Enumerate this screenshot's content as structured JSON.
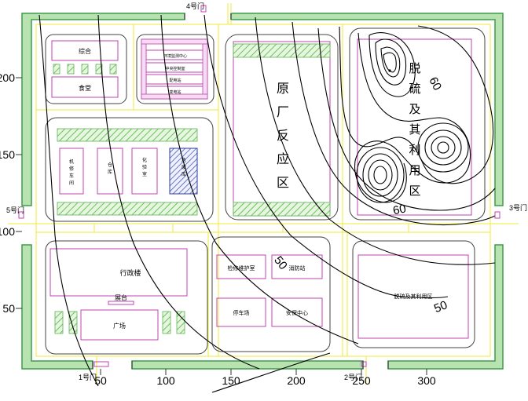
{
  "gates": {
    "gate1": "1号门",
    "gate2": "2号门",
    "gate3": "3号门",
    "gate4": "4号门",
    "gate5": "5号门"
  },
  "axes": {
    "x_ticks": [
      "50",
      "100",
      "150",
      "200",
      "250",
      "300"
    ],
    "y_ticks": [
      "200",
      "150",
      "100",
      "50"
    ]
  },
  "contour_labels": {
    "c60_upper": "60",
    "c60_lower": "60",
    "c50_center": "50",
    "c50_right": "50"
  },
  "zones": {
    "original_plant": "原厂反应区",
    "desulfurization": "脱硫及其利用区",
    "desulfurization_lower": "脱硫及其利用区"
  },
  "buildings": {
    "top_left_1": "综合",
    "top_left_2": "食堂",
    "mid_small_1": "环境监测中心",
    "mid_small_2": "中央控制室",
    "mid_small_3": "配电站",
    "mid_small_4": "变电站",
    "left_mid_1": "机修车间",
    "left_mid_2": "仓库",
    "left_mid_3": "化验室",
    "left_mid_4": "危废库",
    "admin": "行政楼",
    "podium": "展台",
    "square": "广场",
    "center_1": "检修维护室",
    "center_2": "消防站",
    "center_3": "停车场",
    "center_4": "安保中心"
  },
  "colors": {
    "wall": "#3c9c4a",
    "wall_fill": "#b8e2b0",
    "road": "#f2ea3a",
    "building": "#c040b0",
    "hatch": "#79c96a",
    "contour": "#000000",
    "frame": "#555555"
  }
}
